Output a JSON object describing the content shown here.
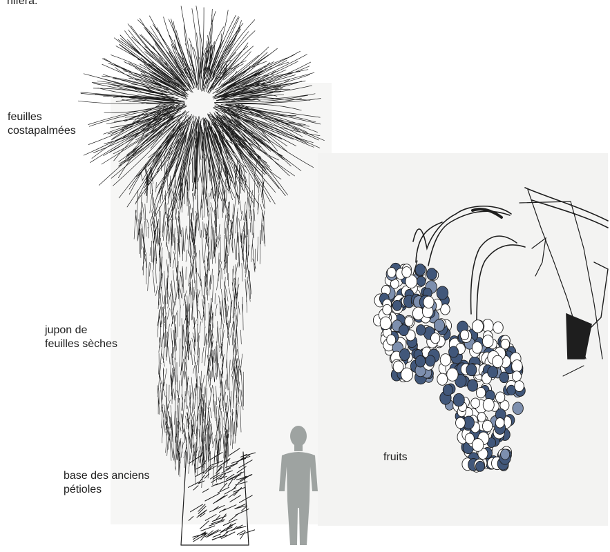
{
  "labels": {
    "top_fragment": "nifera.",
    "leaves": "feuilles\ncostapalmées",
    "skirt": "jupon de\nfeuilles sèches",
    "base": "base des anciens\npétioles",
    "fruits": "fruits"
  },
  "colors": {
    "ink": "#1e1e1e",
    "fruit_blue": "#41577a",
    "fruit_blue_light": "#7d8fae",
    "human_silhouette": "#9ea3a1",
    "panel_bg": "#f3f3f2"
  },
  "icons": {
    "palm": "palm-tree-drawing",
    "human": "human-silhouette-icon",
    "fruit_cluster": "fruit-cluster-drawing"
  }
}
